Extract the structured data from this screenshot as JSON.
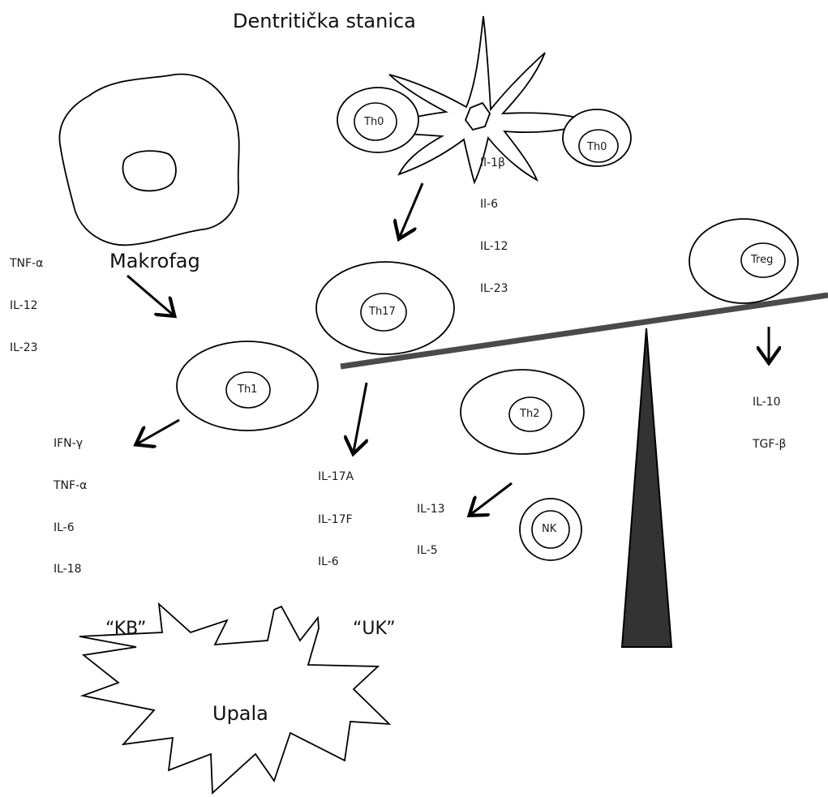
{
  "title": "Dentritička stanica",
  "dendritic": {
    "th0_left": "Th0",
    "th0_right": "Th0",
    "cytokines": [
      "Il-1β",
      "Il-6",
      "IL-12",
      "IL-23"
    ]
  },
  "macrophage": {
    "label": "Makrofag",
    "cytokines": [
      "TNF-α",
      "IL-12",
      "IL-23"
    ]
  },
  "th1": {
    "label": "Th1",
    "cytokines": [
      "IFN-γ",
      "TNF-α",
      "IL-6",
      "IL-18"
    ]
  },
  "th17": {
    "label": "Th17",
    "cytokines": [
      "IL-17A",
      "IL-17F",
      "IL-6"
    ]
  },
  "th2": {
    "label": "Th2",
    "cytokines": [
      "IL-13",
      "IL-5"
    ]
  },
  "nk": {
    "label": "NK"
  },
  "treg": {
    "label": "Treg",
    "cytokines": [
      "IL-10",
      "TGF-β"
    ]
  },
  "inflammation": {
    "label": "Upala",
    "left_tag": "“KB”",
    "right_tag": "“UK”"
  },
  "colors": {
    "stroke": "#000000",
    "beam": "#4a4a4a",
    "fulcrum": "#333333"
  }
}
